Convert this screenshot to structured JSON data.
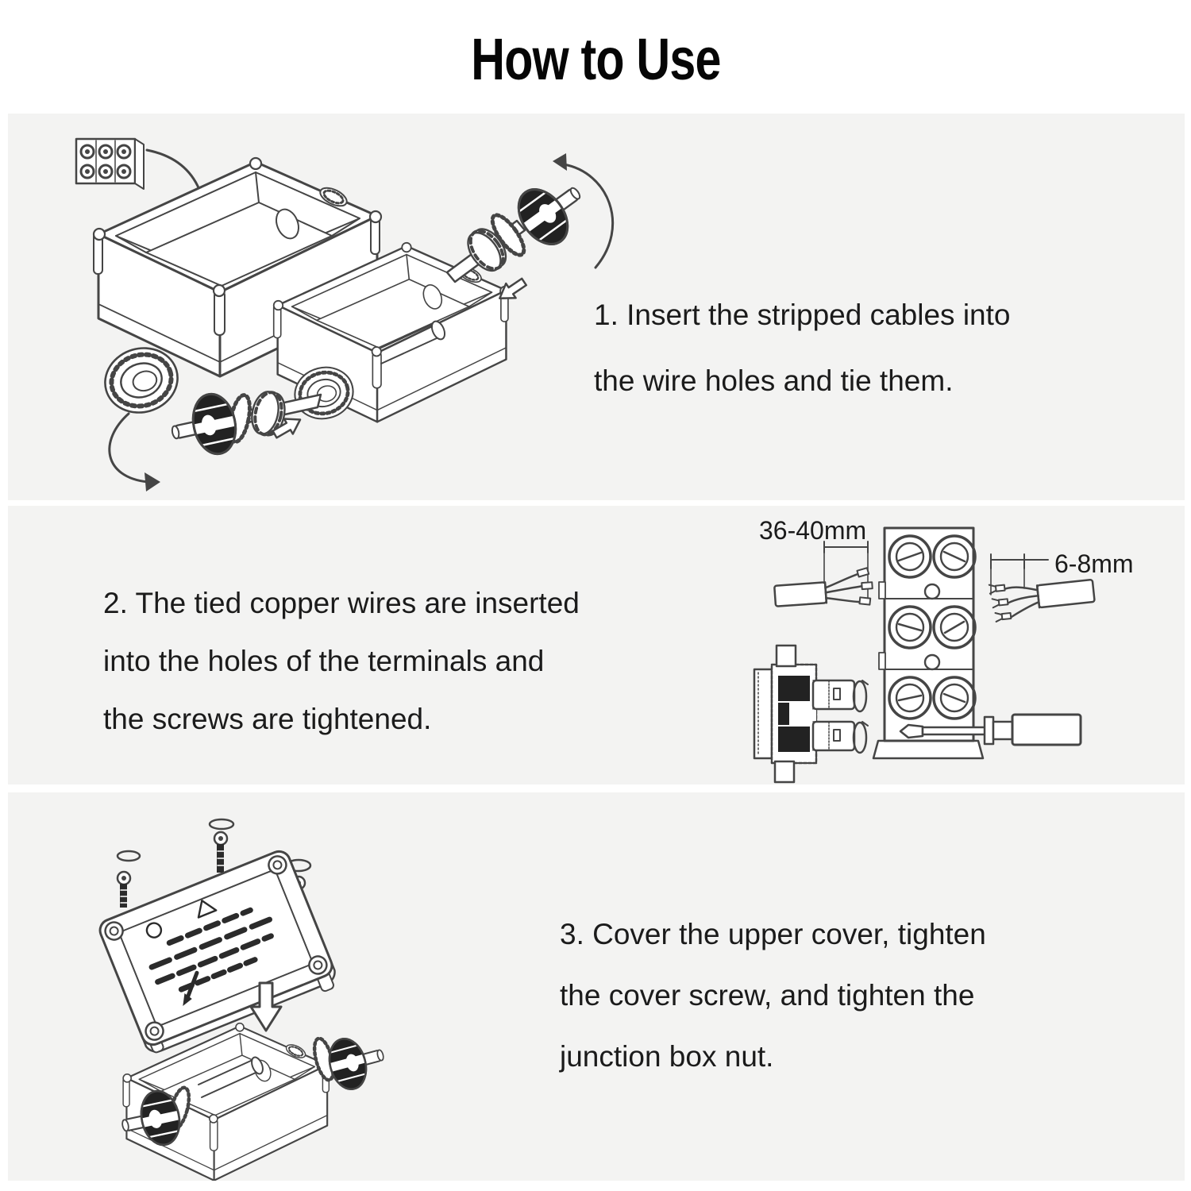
{
  "title": "How to Use",
  "steps": [
    {
      "number": "1",
      "lines": [
        "1. Insert the stripped cables into",
        "the wire holes and tie them."
      ]
    },
    {
      "number": "2",
      "lines": [
        "2. The tied copper wires are inserted",
        "into the holes of the terminals and",
        "the screws are tightened."
      ]
    },
    {
      "number": "3",
      "lines": [
        "3. Cover the upper cover, tighten",
        "the cover screw, and tighten the",
        "junction box nut."
      ]
    }
  ],
  "dimension_labels": {
    "cable_jacket_strip": "36-40mm",
    "wire_strip": "6-8mm"
  },
  "figures": {
    "step1": "junction-boxes-exploded-glands",
    "step2": "terminal-block-wires-screwdriver",
    "step3": "cover-screws-over-junction-box"
  },
  "colors": {
    "background": "#ffffff",
    "panel_background": "#f3f3f2",
    "text": "#1b1b1b",
    "line_art": "#454545",
    "line_art_dark": "#222222"
  }
}
